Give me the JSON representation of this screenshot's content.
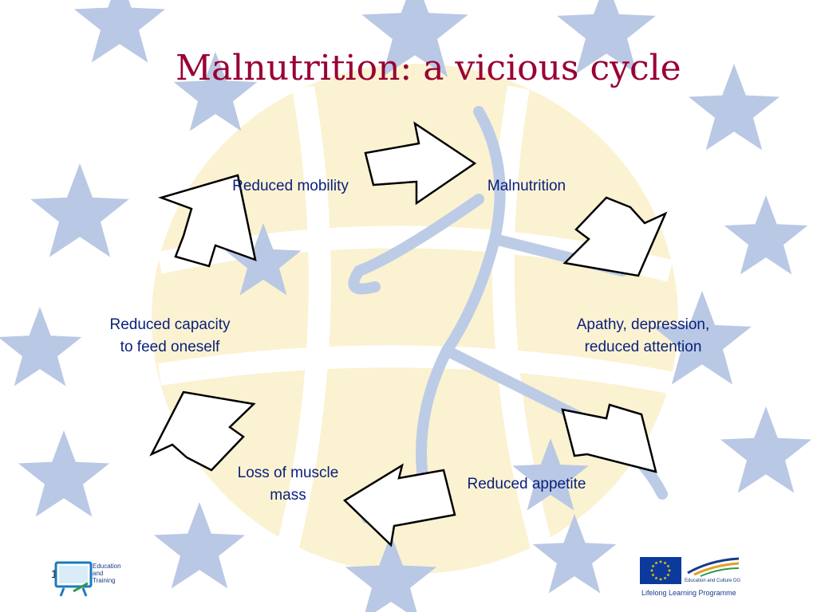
{
  "title": "Malnutrition: a vicious cycle",
  "cycle": {
    "malnutrition": "Malnutrition",
    "apathy_line1": "Apathy, depression,",
    "apathy_line2": "reduced attention",
    "reduced_appetite": "Reduced appetite",
    "muscle_line1": "Loss of muscle",
    "muscle_line2": "mass",
    "capacity_line1": "Reduced capacity",
    "capacity_line2": "to feed oneself",
    "reduced_mobility": "Reduced mobility"
  },
  "footer": {
    "page_number": "1",
    "logo_left_line1": "Education",
    "logo_left_line2": "and",
    "logo_left_line3": "Training",
    "dg_label": "Education and Culture DG",
    "programme": "Lifelong Learning Programme"
  },
  "colors": {
    "title": "#990033",
    "node_text": "#0a1f7a",
    "stars": "#b9c8e4",
    "globe": "#fbf2d2",
    "globe_lines": "#bccce6"
  }
}
